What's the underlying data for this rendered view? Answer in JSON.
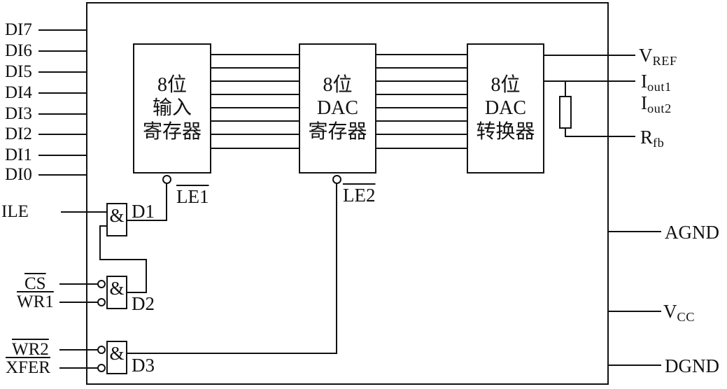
{
  "blocks": {
    "input_register": {
      "lines": [
        "8位",
        "输入",
        "寄存器"
      ]
    },
    "dac_register": {
      "lines": [
        "8位",
        "DAC",
        "寄存器"
      ]
    },
    "dac_converter": {
      "lines": [
        "8位",
        "DAC",
        "转换器"
      ]
    }
  },
  "gates": {
    "and_symbol": "&",
    "d1": "D1",
    "d2": "D2",
    "d3": "D3"
  },
  "latches": {
    "le1": "LE1",
    "le2": "LE2"
  },
  "pins_left": {
    "di7": "DI7",
    "di6": "DI6",
    "di5": "DI5",
    "di4": "DI4",
    "di3": "DI3",
    "di2": "DI2",
    "di1": "DI1",
    "di0": "DI0",
    "ile": "ILE",
    "cs": "CS",
    "wr1": "WR1",
    "wr2": "WR2",
    "xfer": "XFER"
  },
  "pins_right": {
    "vref": {
      "base": "V",
      "sub": "REF"
    },
    "iout1": {
      "base": "I",
      "sub": "out1"
    },
    "iout2": {
      "base": "I",
      "sub": "out2"
    },
    "rfb": {
      "base": "R",
      "sub": "fb"
    },
    "agnd": "AGND",
    "vcc": {
      "base": "V",
      "sub": "CC"
    },
    "dgnd": "DGND"
  },
  "colors": {
    "ink": "#111111",
    "background": "#ffffff"
  }
}
